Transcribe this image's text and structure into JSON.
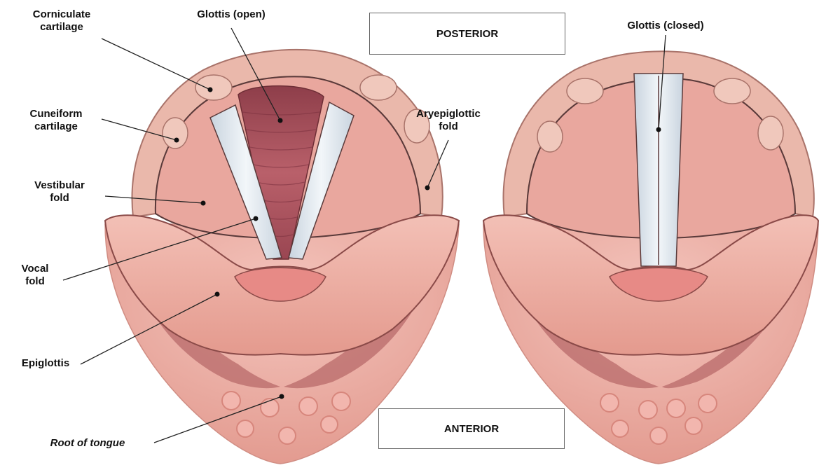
{
  "labels": {
    "corniculate": "Corniculate\ncartilage",
    "glottis_open": "Glottis (open)",
    "glottis_closed": "Glottis (closed)",
    "cuneiform": "Cuneiform\ncartilage",
    "aryepiglottic": "Aryepiglottic\nfold",
    "vestibular": "Vestibular\nfold",
    "vocal": "Vocal\nfold",
    "epiglottis": "Epiglottis",
    "root_of_tongue": "Root of tongue"
  },
  "orientation": {
    "posterior": "POSTERIOR",
    "anterior": "ANTERIOR"
  },
  "colors": {
    "tissue": "#e8a79c",
    "tissue_dark": "#c9766d",
    "rim": "#e9b9ac",
    "airway": "#a8505a",
    "cord": "#dfe7ef",
    "outline": "#5a3a3a"
  }
}
